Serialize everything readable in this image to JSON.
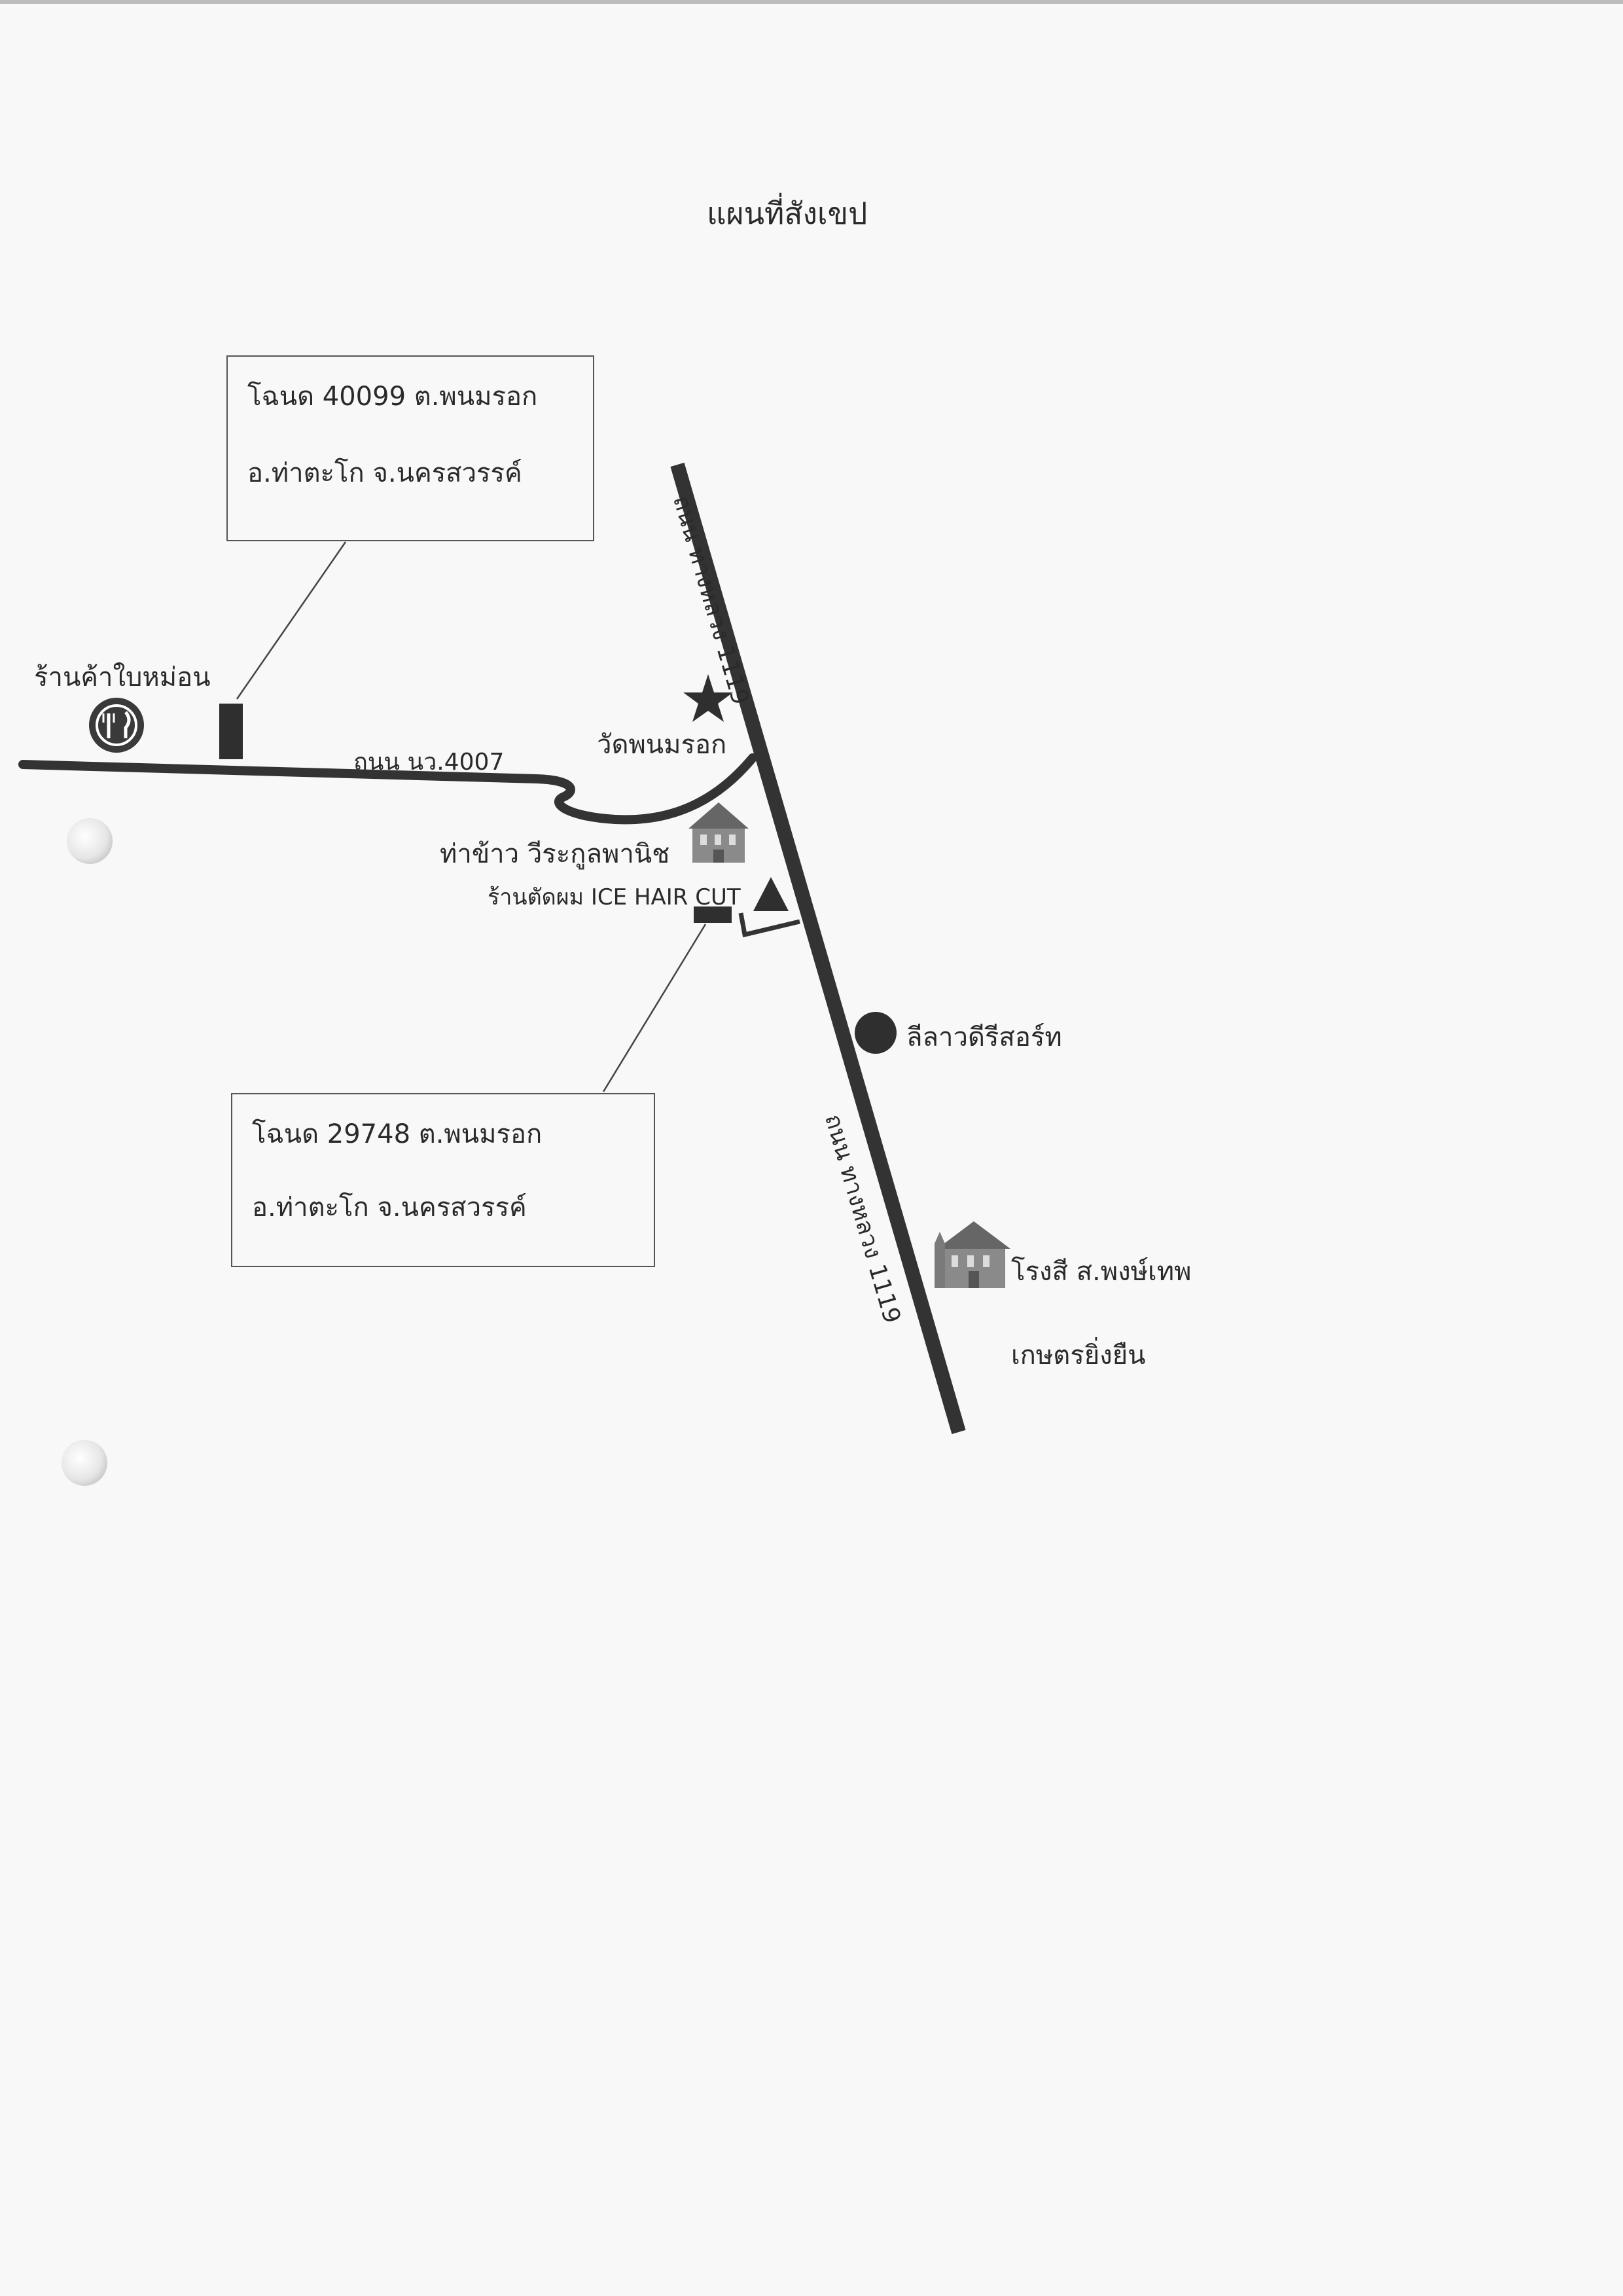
{
  "title": "แผนที่สังเขป",
  "deed_1": {
    "line1": "โฉนด 40099  ต.พนมรอก",
    "line2": "อ.ท่าตะโก  จ.นครสวรรค์"
  },
  "deed_2": {
    "line1": "โฉนด 29748  ต.พนมรอก",
    "line2": "อ.ท่าตะโก  จ.นครสวรรค์"
  },
  "roads": {
    "local_road": "ถนน นว.4007",
    "highway_upper": "ถนน ทางหลวง 1119",
    "highway_lower": "ถนน ทางหลวง 1119"
  },
  "landmarks": {
    "shop": "ร้านค้าใบหม่อน",
    "temple": "วัดพนมรอก",
    "rice_mill": "ท่าข้าว วีระกูลพานิช",
    "barber": "ร้านตัดผม ICE HAIR CUT",
    "resort": "ลีลาวดีรีสอร์ท",
    "rice_mill_2_line1": "โรงสี ส.พงษ์เทพ",
    "rice_mill_2_line2": "เกษตรยิ่งยืน"
  },
  "colors": {
    "road": "#333333",
    "marker": "#2f2f2f",
    "building": "#8a8a8a"
  },
  "icons": {
    "shop": "fork-knife-icon",
    "temple": "star-icon",
    "rice_mill": "building-icon",
    "barber": "triangle-icon",
    "resort": "filled-circle-icon",
    "rice_mill_2": "church-building-icon"
  }
}
